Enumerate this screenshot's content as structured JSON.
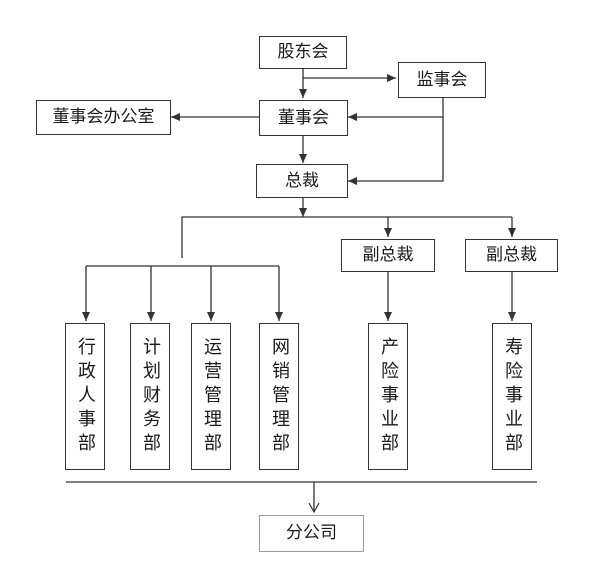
{
  "nodes": {
    "shareholders": "股东会",
    "supervisory_board": "监事会",
    "board_office": "董事会办公室",
    "board": "董事会",
    "president": "总裁",
    "vp_1": "副总裁",
    "vp_2": "副总裁",
    "admin_hr": "行政人事部",
    "finance": "计划财务部",
    "operations": "运营管理部",
    "online_sales": "网销管理部",
    "pc_insurance": "产险事业部",
    "life_insurance": "寿险事业部",
    "branches": "分公司"
  },
  "colors": {
    "line": "#333333",
    "border": "#333333",
    "border_light": "#9a9a9a",
    "text": "#1a1a1a"
  }
}
